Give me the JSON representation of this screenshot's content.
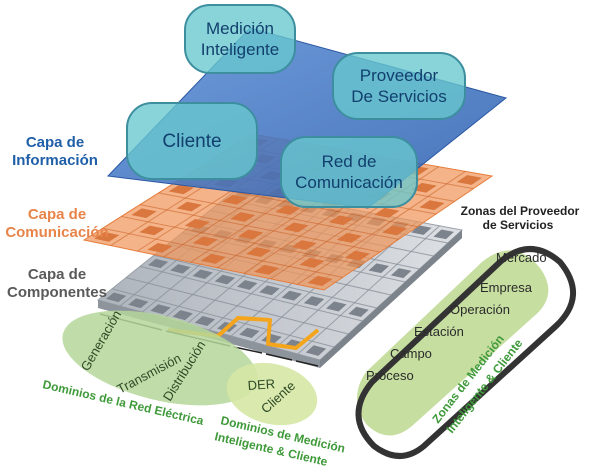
{
  "layers": {
    "informacion": {
      "line1": "Capa de",
      "line2": "Información",
      "color": "#1f5fa8"
    },
    "comunicacion": {
      "line1": "Capa de",
      "line2": "Comunicación",
      "color": "#e8844a"
    },
    "componentes": {
      "line1": "Capa de",
      "line2": "Componentes",
      "color": "#5a5a5a"
    }
  },
  "bubbles": {
    "medicion": {
      "line1": "Medición",
      "line2": "Inteligente"
    },
    "proveedor": {
      "line1": "Proveedor",
      "line2": "De Servicios"
    },
    "cliente": {
      "line1": "Cliente"
    },
    "red": {
      "line1": "Red de",
      "line2": "Comunicación"
    }
  },
  "zones_title": {
    "line1": "Zonas del Proveedor",
    "line2": "de Servicios"
  },
  "zones": [
    "Mercado",
    "Empresa",
    "Operación",
    "Estación",
    "Campo",
    "Proceso"
  ],
  "zones_medicion": {
    "line1": "Zonas de Medición",
    "line2": "Inteligente & Cliente"
  },
  "domains_red": [
    "Generación",
    "Transmisión",
    "Distribución"
  ],
  "domains_red_title": "Dominios de la Red Eléctrica",
  "domains_cliente": [
    "DER",
    "Cliente"
  ],
  "domains_cliente_title": {
    "line1": "Dominios de Medición",
    "line2": "Inteligente & Cliente"
  },
  "colors": {
    "info_plane": "#3b6fc4",
    "comm_plane": "#f0955a",
    "comp_plane": "#c8ccd2",
    "green_zone": "#bcd88f",
    "green_text": "#3f9a3a",
    "bubble": "#68c8ce",
    "orange_line": "#f4a51c"
  }
}
